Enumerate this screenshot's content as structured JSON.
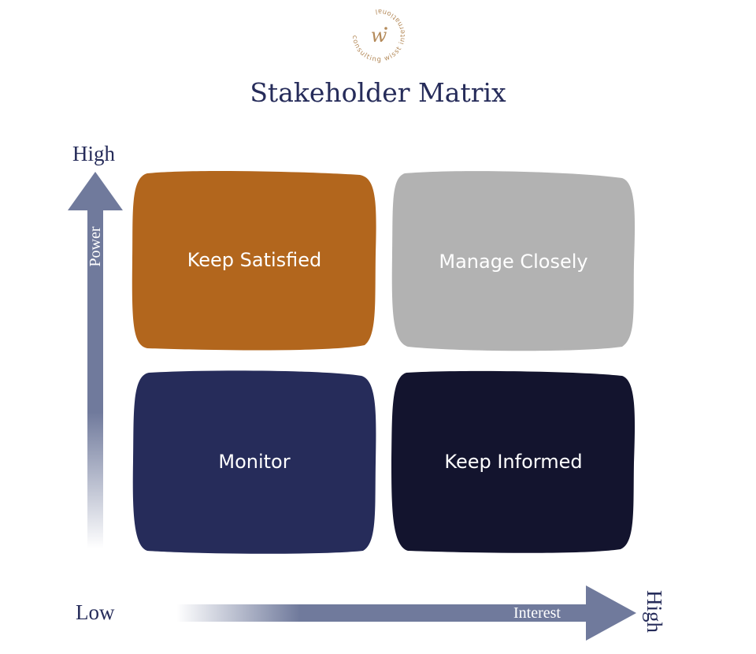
{
  "logo": {
    "text": "consulting wisst international",
    "monogram": "w",
    "color": "#b48a5a"
  },
  "title": "Stakeholder Matrix",
  "axes": {
    "y_high": "High",
    "y_label": "Power",
    "x_low": "Low",
    "x_label": "Interest",
    "x_high": "High",
    "arrow_color": "#707a9c"
  },
  "quadrants": [
    {
      "label": "Keep Satisfied",
      "color": "#b2661d"
    },
    {
      "label": "Manage Closely",
      "color": "#b2b2b2"
    },
    {
      "label": "Monitor",
      "color": "#262c5a"
    },
    {
      "label": "Keep Informed",
      "color": "#13142e"
    }
  ]
}
